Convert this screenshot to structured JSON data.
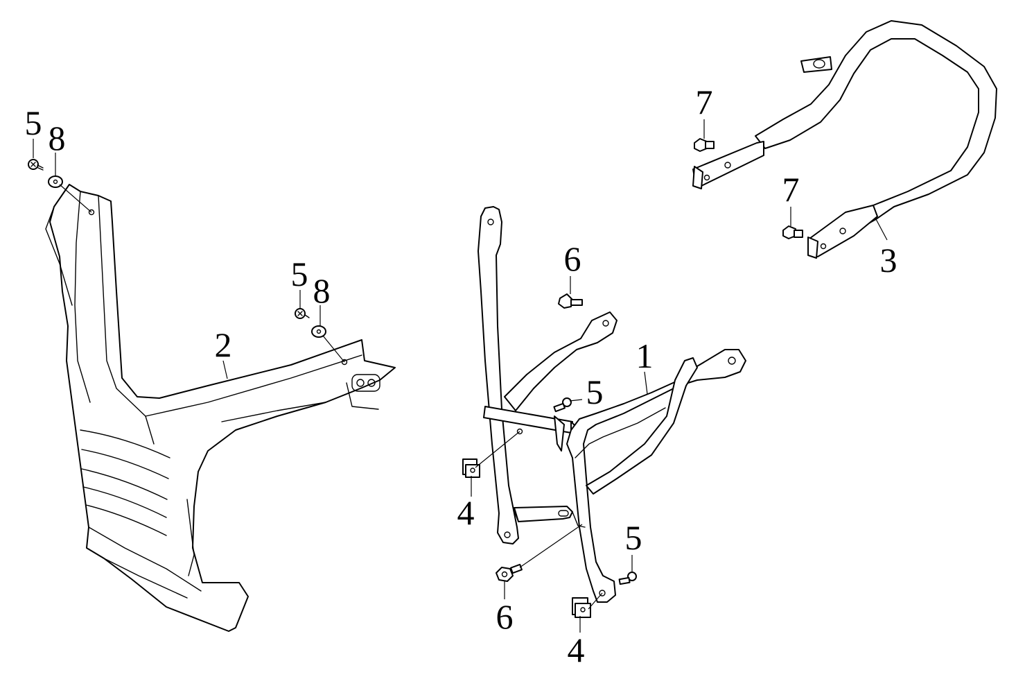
{
  "diagram": {
    "callouts": {
      "part_1": "1",
      "part_2": "2",
      "part_3": "3",
      "part_4_a": "4",
      "part_4_b": "4",
      "part_5_a": "5",
      "part_5_b": "5",
      "part_5_c": "5",
      "part_5_d": "5",
      "part_6_a": "6",
      "part_6_b": "6",
      "part_7_a": "7",
      "part_7_b": "7",
      "part_8_a": "8",
      "part_8_b": "8"
    }
  }
}
